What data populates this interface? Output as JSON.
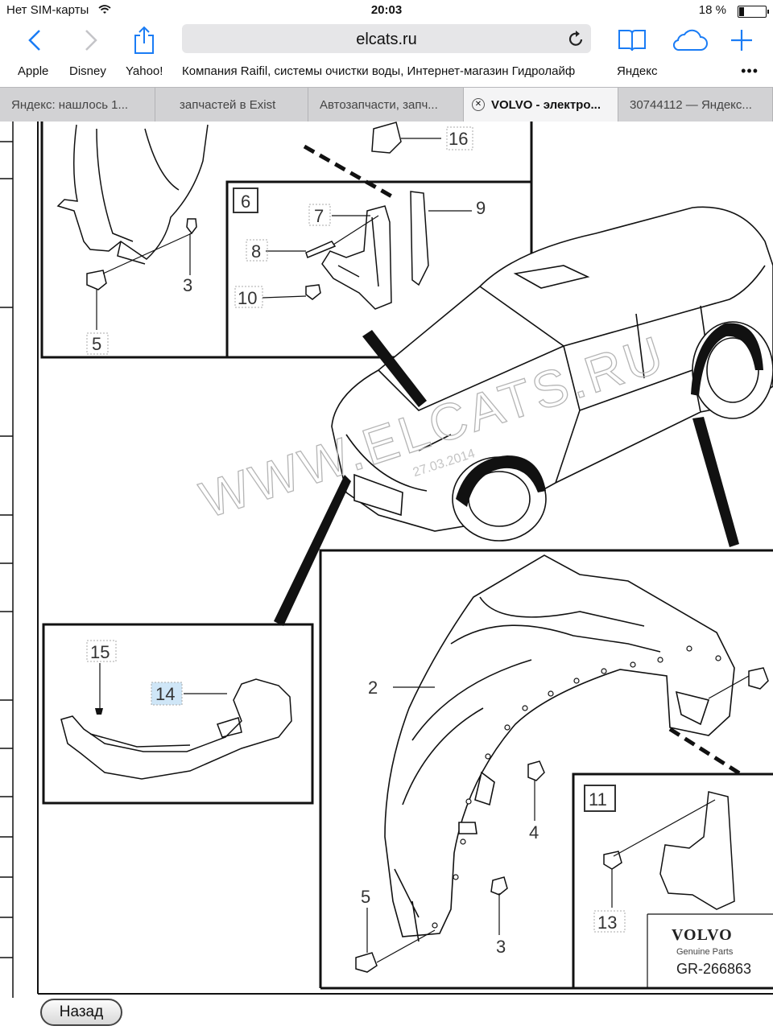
{
  "status_bar": {
    "carrier": "Нет SIM-карты",
    "time": "20:03",
    "battery": "18 %",
    "battery_fraction": 0.18
  },
  "toolbar": {
    "url": "elcats.ru",
    "back_icon": "chevron-left-icon",
    "forward_icon": "chevron-right-icon",
    "share_icon": "share-icon",
    "reload_icon": "reload-icon",
    "bookmarks_icon": "book-icon",
    "icloud_icon": "cloud-icon",
    "new_tab_icon": "plus-icon"
  },
  "favorites": [
    "Apple",
    "Disney",
    "Yahoo!",
    "Компания Raifil, системы очистки воды, Интернет-магазин Гидролайф",
    "Яндекс"
  ],
  "favorites_more": "•••",
  "tabs": [
    {
      "title": "Яндекс: нашлось 1...",
      "active": false
    },
    {
      "title": "запчастей в Exist",
      "active": false
    },
    {
      "title": "Автозапчасти, запч...",
      "active": false
    },
    {
      "title": "VOLVO - электро...",
      "active": true
    },
    {
      "title": "30744112 — Яндекс...",
      "active": false
    }
  ],
  "diagram": {
    "watermark": "WWW.ELCATS.RU",
    "watermark_date": "27.03.2014",
    "callouts": {
      "c2": "2",
      "c3a": "3",
      "c3b": "3",
      "c4": "4",
      "c5a": "5",
      "c5b": "5",
      "c6": "6",
      "c7": "7",
      "c8": "8",
      "c9": "9",
      "c10": "10",
      "c11": "11",
      "c13": "13",
      "c14": "14",
      "c15": "15",
      "c16": "16"
    },
    "brand": "VOLVO",
    "brand_sub": "Genuine Parts",
    "ref": "GR-266863"
  },
  "back_button": "Назад",
  "colors": {
    "tab_bar": "#d2d2d4",
    "active_tab": "#f4f4f5",
    "url_bar": "#e6e6e8",
    "ios_blue": "#1a7cf5"
  }
}
